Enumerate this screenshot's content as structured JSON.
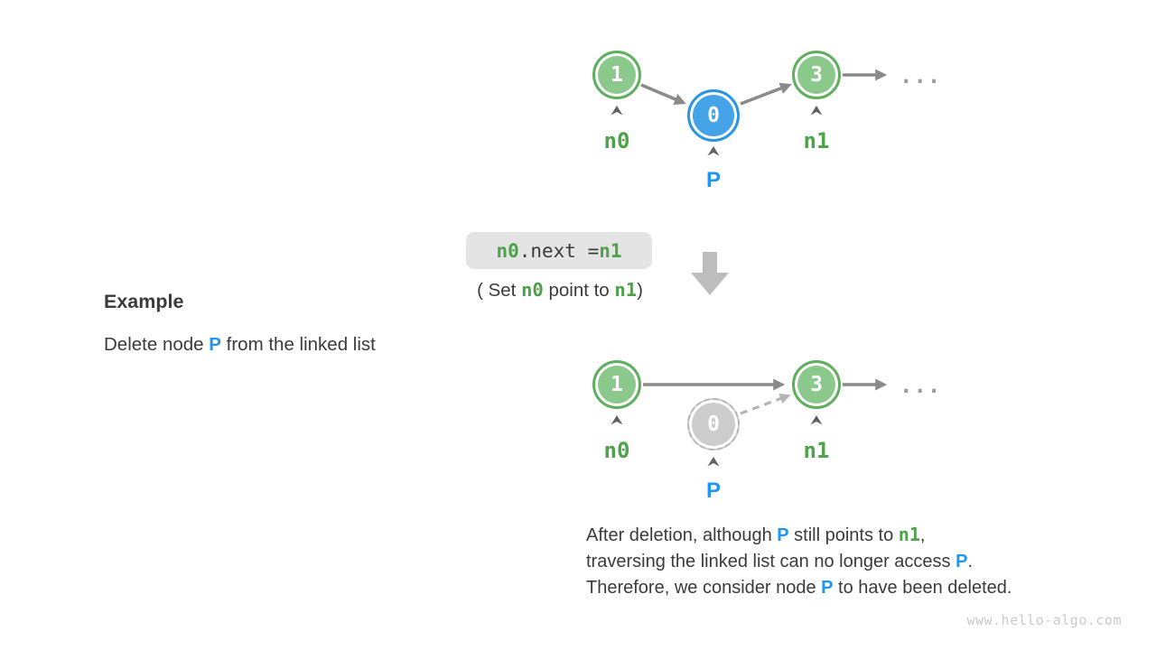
{
  "example": {
    "heading": "Example",
    "description": [
      {
        "t": "Delete node "
      },
      {
        "t": "P",
        "cls": "blue"
      },
      {
        "t": " from the linked list"
      }
    ]
  },
  "code": {
    "statement": [
      {
        "t": "n0",
        "cls": "green-mono"
      },
      {
        "t": ".next = "
      },
      {
        "t": "n1",
        "cls": "green-mono"
      }
    ],
    "caption": [
      {
        "t": "( Set "
      },
      {
        "t": "n0",
        "cls": "green-mono"
      },
      {
        "t": " point to "
      },
      {
        "t": "n1",
        "cls": "green-mono"
      },
      {
        "t": ")"
      }
    ]
  },
  "diagram_before": {
    "nodes": [
      {
        "value": "1",
        "label": "n0",
        "type": "green"
      },
      {
        "value": "0",
        "label": "P",
        "type": "blue"
      },
      {
        "value": "3",
        "label": "n1",
        "type": "green"
      }
    ],
    "ellipsis": "..."
  },
  "diagram_after": {
    "nodes": [
      {
        "value": "1",
        "label": "n0",
        "type": "green"
      },
      {
        "value": "0",
        "label": "P",
        "type": "gray-dashed"
      },
      {
        "value": "3",
        "label": "n1",
        "type": "green"
      }
    ],
    "ellipsis": "..."
  },
  "explanation": {
    "lines": [
      [
        {
          "t": "After deletion, although "
        },
        {
          "t": "P",
          "cls": "blue"
        },
        {
          "t": " still points to "
        },
        {
          "t": "n1",
          "cls": "green-mono"
        },
        {
          "t": ","
        }
      ],
      [
        {
          "t": "traversing the linked list can no longer access "
        },
        {
          "t": "P",
          "cls": "blue"
        },
        {
          "t": "."
        }
      ],
      [
        {
          "t": "Therefore, we consider node "
        },
        {
          "t": "P",
          "cls": "blue"
        },
        {
          "t": " to have been deleted."
        }
      ]
    ]
  },
  "watermark": "www.hello-algo.com",
  "icons": {
    "pointer-caret": "upward arrowhead marker",
    "big-down-arrow": "thick gray arrow pointing down"
  },
  "colors": {
    "node-green-fill": "#8bc88b",
    "node-green-stroke": "#5faf5f",
    "node-blue-fill": "#45a4e8",
    "node-blue-stroke": "#2d96e4",
    "node-gray-fill": "#cccccc",
    "node-gray-stroke": "#b3b3b3",
    "label-green": "#4da24b",
    "label-blue": "#2095f2",
    "arrow-gray": "#8a8a8a",
    "arrow-light": "#b5b5b5",
    "big-arrow": "#bdbdbd",
    "code-bg": "#e4e4e4",
    "text-dark": "#3b3b3b",
    "watermark": "#c9c9c9"
  }
}
